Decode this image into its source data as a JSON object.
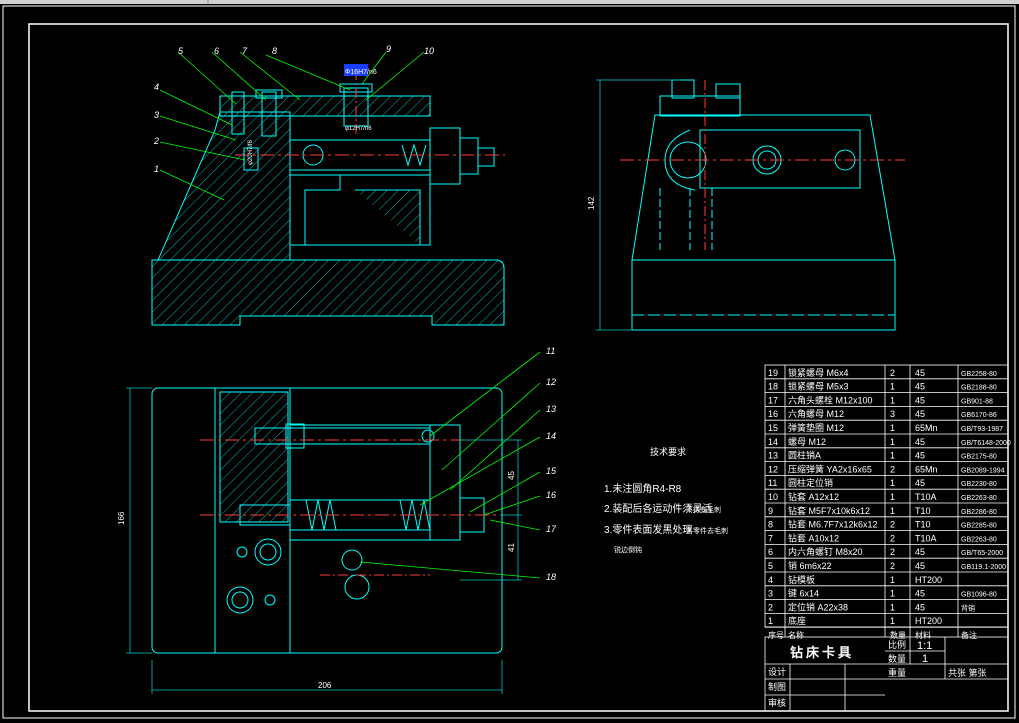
{
  "colors": {
    "frame": "#ffffff",
    "outline": "#00ffff",
    "leader": "#00ff00",
    "center": "#ff3b3b",
    "dim": "#00c8c8",
    "hatch": "#00b4b4",
    "text": "#ffffff",
    "table_line": "#ffffff"
  },
  "front_view": {
    "labels": [
      "5",
      "6",
      "7",
      "8",
      "9",
      "10",
      "4",
      "3",
      "2",
      "1"
    ],
    "notes": [
      "Ф16H7/n6",
      "φ20H7/f6",
      "φ12H7/n6"
    ]
  },
  "side_view": {
    "dim_height": "142"
  },
  "top_view": {
    "labels": [
      "11",
      "12",
      "13",
      "14",
      "15",
      "16",
      "17",
      "18"
    ],
    "dim_width": "206",
    "dim_height": "166",
    "dim_a": "45",
    "dim_b": "41"
  },
  "tech_req": {
    "title": "技术要求",
    "items": [
      "1.未注圆角R4-R8",
      "2.装配后各运动件须灵活",
      "3.零件表面发黑处理"
    ],
    "side_notes": [
      "不得有毛刺",
      "各零件去毛刺"
    ],
    "extra": "锐边倒钝"
  },
  "bom": {
    "rows": [
      {
        "no": "19",
        "name": "锁紧螺母 M6x4",
        "qty": "2",
        "material": "45",
        "std": "GB2258-80"
      },
      {
        "no": "18",
        "name": "锁紧螺母 M5x3",
        "qty": "1",
        "material": "45",
        "std": "GB2188-80"
      },
      {
        "no": "17",
        "name": "六角头螺栓 M12x100",
        "qty": "1",
        "material": "45",
        "std": "GB901-88"
      },
      {
        "no": "16",
        "name": "六角螺母 M12",
        "qty": "3",
        "material": "45",
        "std": "GB6170-86"
      },
      {
        "no": "15",
        "name": "弹簧垫圈 M12",
        "qty": "1",
        "material": "65Mn",
        "std": "GB/T93-1987"
      },
      {
        "no": "14",
        "name": "螺母 M12",
        "qty": "1",
        "material": "45",
        "std": "GB/T6148-2000"
      },
      {
        "no": "13",
        "name": "圆柱销A",
        "qty": "1",
        "material": "45",
        "std": "GB2175-80"
      },
      {
        "no": "12",
        "name": "压缩弹簧 YA2x16x65",
        "qty": "2",
        "material": "65Mn",
        "std": "GB2089-1994"
      },
      {
        "no": "11",
        "name": "圆柱定位销",
        "qty": "1",
        "material": "45",
        "std": "GB2230-80"
      },
      {
        "no": "10",
        "name": "钻套 A12x12",
        "qty": "1",
        "material": "T10A",
        "std": "GB2263-80"
      },
      {
        "no": "9",
        "name": "钻套 M5F7x10k6x12",
        "qty": "1",
        "material": "T10",
        "std": "GB2286-80"
      },
      {
        "no": "8",
        "name": "钻套 M6.7F7x12k6x12",
        "qty": "2",
        "material": "T10",
        "std": "GB2285-80"
      },
      {
        "no": "7",
        "name": "钻套 A10x12",
        "qty": "2",
        "material": "T10A",
        "std": "GB2263-80"
      },
      {
        "no": "6",
        "name": "内六角螺钉 M8x20",
        "qty": "2",
        "material": "45",
        "std": "GB/T65-2000"
      },
      {
        "no": "5",
        "name": "销 6m6x22",
        "qty": "2",
        "material": "45",
        "std": "GB119.1-2000"
      },
      {
        "no": "4",
        "name": "钻模板",
        "qty": "1",
        "material": "HT200",
        "std": ""
      },
      {
        "no": "3",
        "name": "键 6x14",
        "qty": "1",
        "material": "45",
        "std": "GB1096-80"
      },
      {
        "no": "2",
        "name": "定位销 A22x38",
        "qty": "1",
        "material": "45",
        "std": "背销"
      },
      {
        "no": "1",
        "name": "底座",
        "qty": "1",
        "material": "HT200",
        "std": ""
      }
    ],
    "header": {
      "no": "序号",
      "name": "名称",
      "qty": "数量",
      "material": "材料",
      "std": "备注"
    }
  },
  "title_block": {
    "title": "钻床卡具",
    "scale_label": "比例",
    "scale": "1:1",
    "qty_label": "数量",
    "qty": "1",
    "sheet_label": "共张 第张",
    "weight_label": "重量",
    "designer_label": "设计",
    "drafter_label": "制图",
    "checker_label": "审核"
  }
}
